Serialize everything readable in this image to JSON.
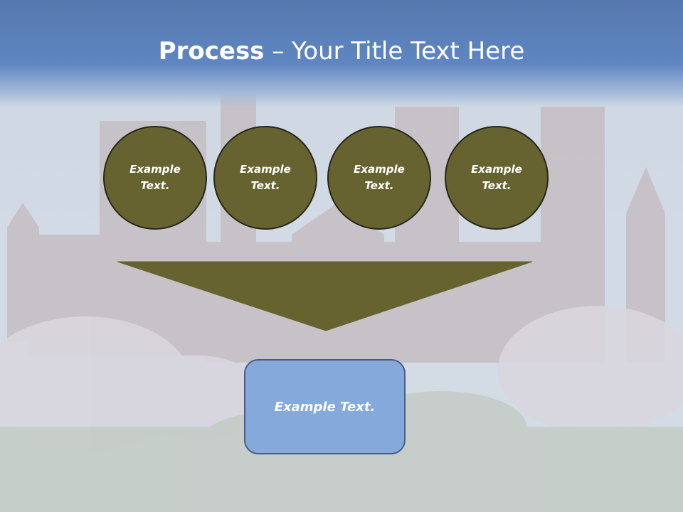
{
  "slide": {
    "title_bold": "Process",
    "title_rest": " – Your Title Text Here",
    "circles": [
      {
        "line1": "Example",
        "line2": "Text."
      },
      {
        "line1": "Example",
        "line2": "Text."
      },
      {
        "line1": "Example",
        "line2": "Text."
      },
      {
        "line1": "Example",
        "line2": "Text."
      }
    ],
    "box_text": "Example Text."
  },
  "colors": {
    "title_bar": "#5f86c3",
    "circle_fill": "#666330",
    "funnel_fill": "#666330",
    "box_fill": "#86a9db"
  }
}
